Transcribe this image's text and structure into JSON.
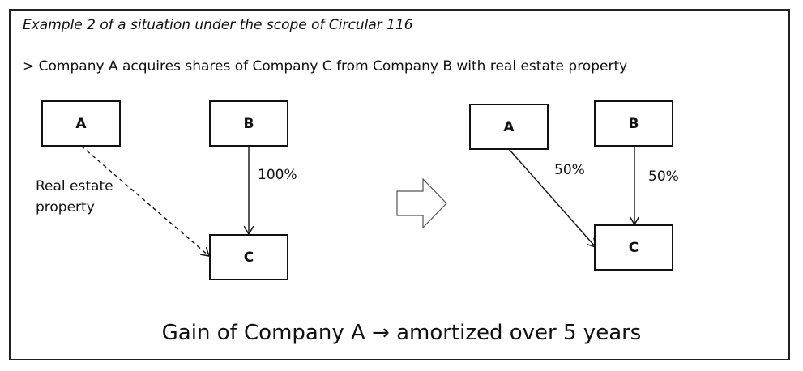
{
  "header": {
    "title": "Example 2 of a situation under the scope of Circular 116",
    "subtitle": "> Company A acquires shares of Company C from Company B with real estate property"
  },
  "before": {
    "box_a": "A",
    "box_b": "B",
    "box_c": "C",
    "ownership_b_c": "100%",
    "transfer_label_line1": "Real estate",
    "transfer_label_line2": "property"
  },
  "after": {
    "box_a": "A",
    "box_b": "B",
    "box_c": "C",
    "ownership_a_c": "50%",
    "ownership_b_c": "50%"
  },
  "footer": {
    "text": "Gain of Company A → amortized over 5 years"
  },
  "colors": {
    "line": "#111111",
    "arrow_fill": "#ffffff"
  }
}
